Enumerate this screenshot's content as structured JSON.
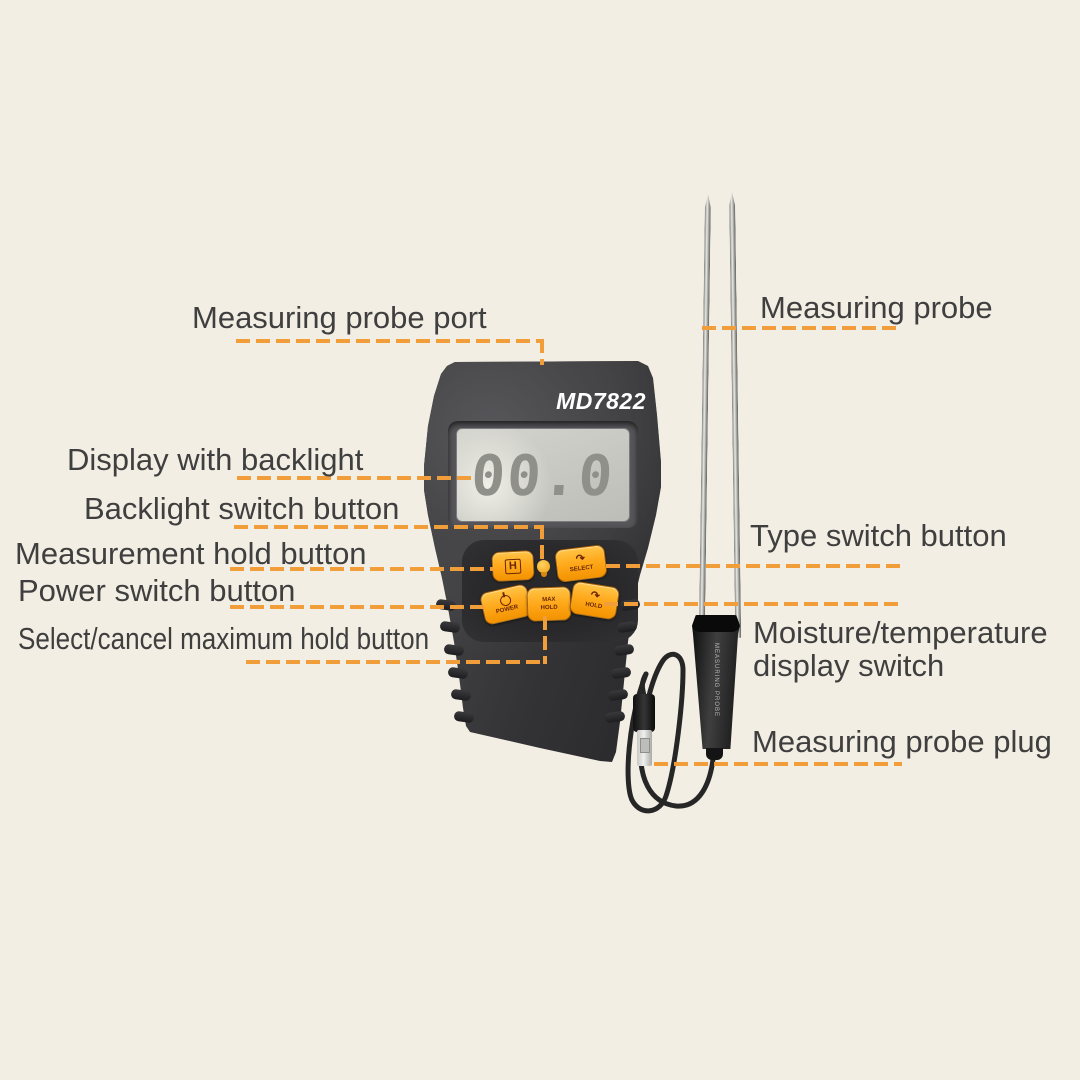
{
  "colors": {
    "background": "#f3eee3",
    "line": "#f09d3a",
    "label_text": "#3f3f3f",
    "button_orange": "#ffaa1d",
    "device_body": "#3c3c3f",
    "lcd": "#c9c9c4"
  },
  "labels": {
    "probe_port": "Measuring probe port",
    "probe": "Measuring probe",
    "display": "Display with backlight",
    "backlight": "Backlight switch button",
    "measurement_hold": "Measurement hold button",
    "power": "Power switch button",
    "select_cancel": "Select/cancel maximum hold button",
    "type_switch": "Type switch button",
    "moisture_temp": "Moisture/temperature display switch",
    "probe_plug": "Measuring probe plug"
  },
  "device": {
    "model": "MD7822",
    "display_value": "00.0",
    "buttons": {
      "hold_glyph": "H",
      "select": "SELECT",
      "power": "POWER",
      "max_hold_line1": "MAX",
      "max_hold_line2": "HOLD",
      "hold": "HOLD"
    },
    "probe_handle_text": "MEASURING PROBE"
  }
}
